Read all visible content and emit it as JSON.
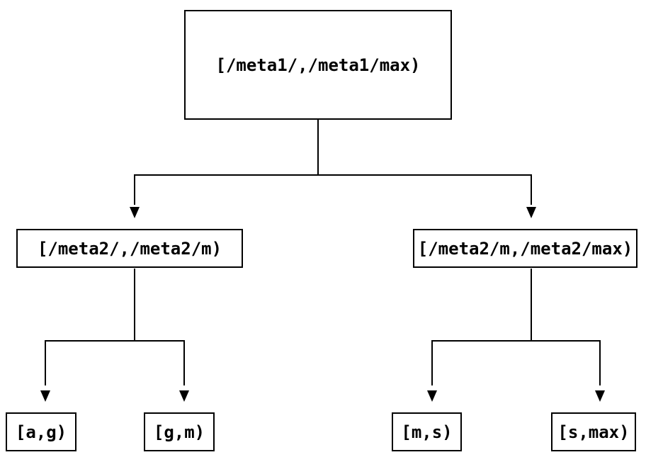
{
  "diagram": {
    "background_color": "#ffffff",
    "stroke_color": "#000000",
    "tree": {
      "root": {
        "label": "[/meta1/,/meta1/max)",
        "children": [
          {
            "label": "[/meta2/,/meta2/m)",
            "children": [
              {
                "label": "[a,g)"
              },
              {
                "label": "[g,m)"
              }
            ]
          },
          {
            "label": "[/meta2/m,/meta2/max)",
            "children": [
              {
                "label": "[m,s)"
              },
              {
                "label": "[s,max)"
              }
            ]
          }
        ]
      }
    }
  }
}
